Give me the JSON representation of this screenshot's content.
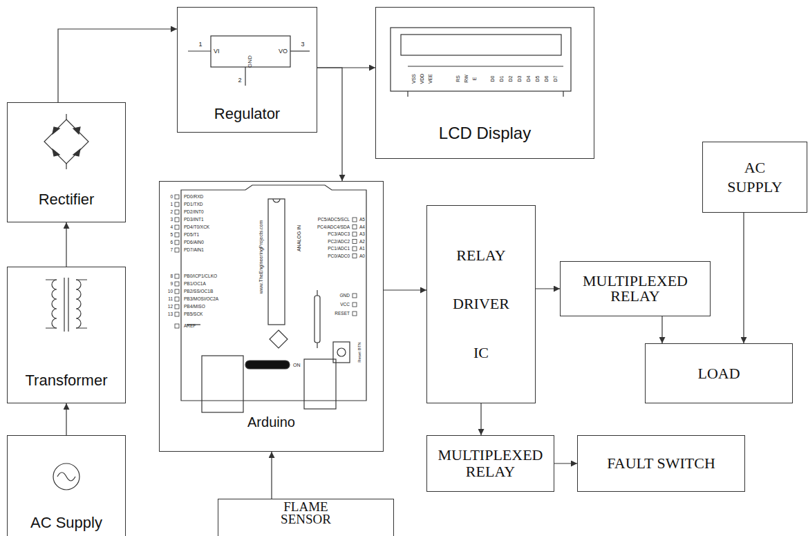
{
  "diagram": {
    "nodes": [
      {
        "text": [
          "Regulator"
        ]
      },
      {
        "text": [
          "LCD Display"
        ]
      },
      {
        "text": [
          "Rectifier"
        ]
      },
      {
        "text": [
          "Arduino"
        ]
      },
      {
        "text": [
          "AC SUPPLY"
        ]
      },
      {
        "text": [
          "RELAY DRIVER IC"
        ]
      },
      {
        "text": [
          "MULTIPLEXED RELAY"
        ]
      },
      {
        "text": [
          "Transformer"
        ]
      },
      {
        "text": [
          "LOAD"
        ]
      },
      {
        "text": [
          "MULTIPLEXED RELAY"
        ]
      },
      {
        "text": [
          "FAULT SWITCH"
        ]
      },
      {
        "text": [
          "AC Supply"
        ]
      },
      {
        "text": [
          "FLAME SENSOR"
        ]
      }
    ],
    "edges": [
      {
        "from": 11,
        "to": 7,
        "arrow": "to"
      },
      {
        "from": 7,
        "to": 2,
        "arrow": "to"
      },
      {
        "from": 2,
        "to": 0,
        "arrow": "to"
      },
      {
        "from": 0,
        "to": 1,
        "arrow": "to"
      },
      {
        "from": 0,
        "to": 3,
        "arrow": "to"
      },
      {
        "from": 3,
        "to": 5,
        "arrow": "to"
      },
      {
        "from": 5,
        "to": 6,
        "arrow": "to"
      },
      {
        "from": 5,
        "to": 9,
        "arrow": "to"
      },
      {
        "from": 6,
        "to": 8,
        "arrow": "to"
      },
      {
        "from": 4,
        "to": 8,
        "arrow": "to"
      },
      {
        "from": 9,
        "to": 10,
        "arrow": "to"
      },
      {
        "from": 12,
        "to": 3,
        "arrow": "to"
      }
    ],
    "labels": [
      "1",
      "VI",
      "VO",
      "3",
      "GND",
      "2",
      "VSS",
      "VDD",
      "VEE",
      "RS",
      "RW",
      "E",
      "D0",
      "D1",
      "D2",
      "D3",
      "D4",
      "D5",
      "D6",
      "D7",
      "PD0/RXD",
      "PD1/TXD",
      "PD2/INT0",
      "PD3/INT1",
      "PD4/T0/XCK",
      "PD5/T1",
      "PD6/AIN0",
      "PD7/AIN1",
      "PB0/ICP1/CLKO",
      "PB1/OC1A",
      "PB2/SS/OC1B",
      "PB3/MOSI/OC2A",
      "PB4/MISO",
      "PB5/SCK",
      "AREF",
      "0",
      "1",
      "2",
      "3",
      "4",
      "5",
      "6",
      "7",
      "8",
      "9",
      "10",
      "11",
      "12",
      "13",
      "PC5/ADC5/SCL",
      "PC4/ADC4/SDA",
      "PC3/ADC3",
      "PC2/ADC2",
      "PC1/ADC1",
      "PC0/ADC0",
      "A5",
      "A4",
      "A3",
      "A2",
      "A1",
      "A0",
      "GND",
      "VCC",
      "RESET",
      "www.TheEngineeringProjects.com",
      "ANALOG IN",
      "ON",
      "Reset BTN"
    ]
  }
}
